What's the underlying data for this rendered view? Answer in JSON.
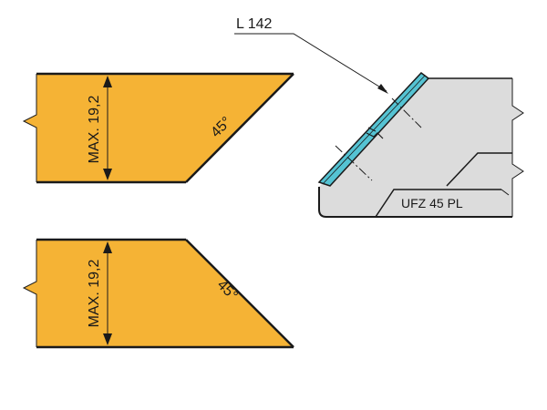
{
  "colors": {
    "wood": "#f5b335",
    "edging": "#55c3d3",
    "table_body": "#dcdcdc",
    "stroke": "#1a1a1a"
  },
  "top_profile": {
    "dimension_label": "MAX. 19,2",
    "angle_label": "45°"
  },
  "bottom_profile": {
    "dimension_label": "MAX. 19,2",
    "angle_label": "45°"
  },
  "assembly": {
    "edge_label": "L 142",
    "part_label": "UFZ 45 PL"
  }
}
